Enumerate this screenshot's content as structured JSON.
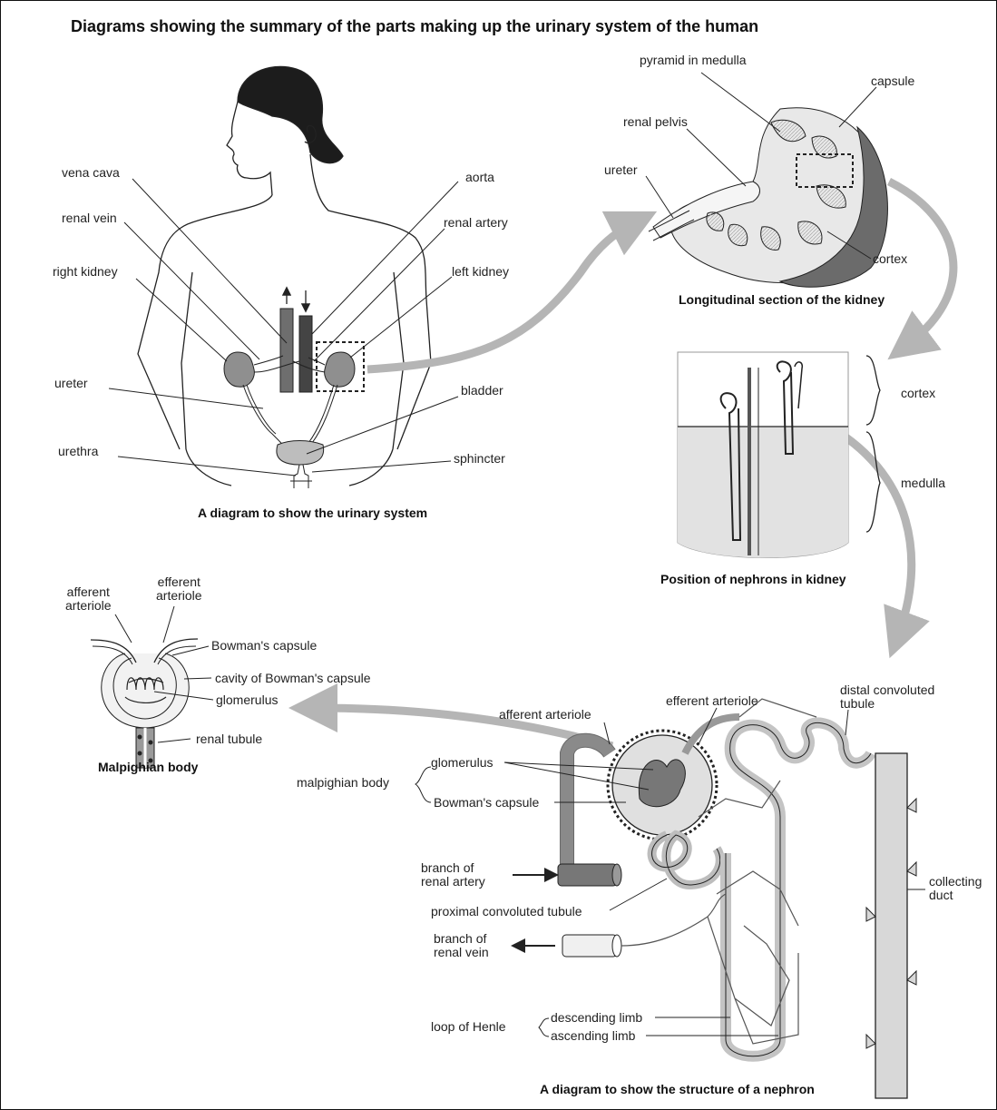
{
  "title": "Diagrams showing the summary of the parts making up the urinary system of the human",
  "urinary_system": {
    "caption": "A diagram to show the urinary system",
    "labels": {
      "vena_cava": "vena cava",
      "renal_vein": "renal vein",
      "right_kidney": "right kidney",
      "ureter": "ureter",
      "urethra": "urethra",
      "aorta": "aorta",
      "renal_artery": "renal artery",
      "left_kidney": "left kidney",
      "bladder": "bladder",
      "sphincter": "sphincter"
    }
  },
  "kidney_section": {
    "caption": "Longitudinal section of the kidney",
    "labels": {
      "pyramid": "pyramid in medulla",
      "capsule": "capsule",
      "renal_pelvis": "renal pelvis",
      "ureter": "ureter",
      "cortex": "cortex"
    }
  },
  "nephron_position": {
    "caption": "Position of nephrons in kidney",
    "labels": {
      "cortex": "cortex",
      "medulla": "medulla"
    }
  },
  "malpighian": {
    "caption": "Malpighian body",
    "labels": {
      "afferent": "afferent\narteriole",
      "efferent": "efferent\narteriole",
      "bowmans_capsule": "Bowman's capsule",
      "cavity": "cavity of Bowman's capsule",
      "glomerulus": "glomerulus",
      "renal_tubule": "renal tubule"
    }
  },
  "nephron": {
    "caption": "A diagram to show the structure of a nephron",
    "labels": {
      "afferent_arteriole": "afferent arteriole",
      "efferent_arteriole": "efferent arteriole",
      "distal": "distal convoluted\ntubule",
      "malpighian_body": "malpighian body",
      "glomerulus": "glomerulus",
      "bowmans_capsule": "Bowman's capsule",
      "branch_artery": "branch of\nrenal artery",
      "proximal": "proximal convoluted tubule",
      "branch_vein": "branch of\nrenal vein",
      "collecting_duct": "collecting\nduct",
      "loop_of_henle": "loop of Henle",
      "descending": "descending limb",
      "ascending": "ascending limb"
    }
  },
  "colors": {
    "arrow_gray": "#b5b5b5",
    "organ_gray": "#8f8f8f",
    "dark": "#333333"
  }
}
